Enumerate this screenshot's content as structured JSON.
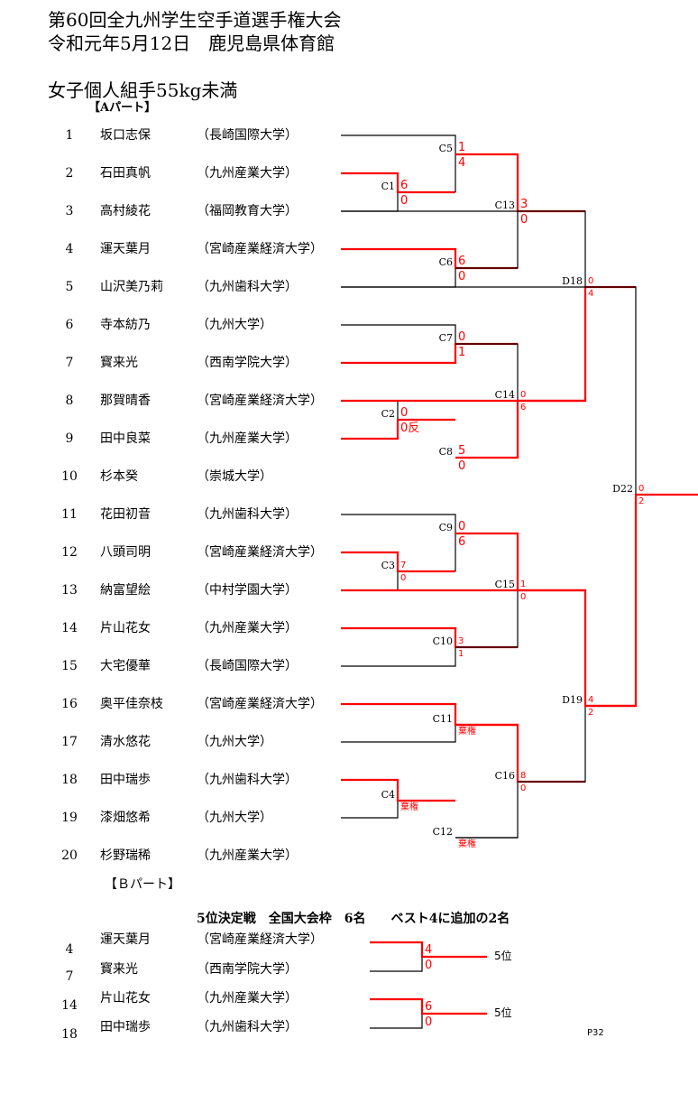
{
  "header": {
    "title_line1": "第60回全九州学生空手道選手権大会",
    "title_line2": "令和元年5月12日　鹿児島県体育館",
    "category": "女子個人組手55kg未満",
    "part_a": "【Aパート】",
    "part_b": "【Ｂパート】"
  },
  "players": [
    {
      "no": "1",
      "name": "坂口志保",
      "univ": "（長崎国際大学）"
    },
    {
      "no": "2",
      "name": "石田真帆",
      "univ": "（九州産業大学）"
    },
    {
      "no": "3",
      "name": "高村綾花",
      "univ": "（福岡教育大学）"
    },
    {
      "no": "4",
      "name": "運天葉月",
      "univ": "（宮崎産業経済大学）"
    },
    {
      "no": "5",
      "name": "山沢美乃莉",
      "univ": "（九州歯科大学）"
    },
    {
      "no": "6",
      "name": "寺本紡乃",
      "univ": "（九州大学）"
    },
    {
      "no": "7",
      "name": "寳来光",
      "univ": "（西南学院大学）"
    },
    {
      "no": "8",
      "name": "那賀晴香",
      "univ": "（宮崎産業経済大学）"
    },
    {
      "no": "9",
      "name": "田中良菜",
      "univ": "（九州産業大学）"
    },
    {
      "no": "10",
      "name": "杉本癸",
      "univ": "（崇城大学）"
    },
    {
      "no": "11",
      "name": "花田初音",
      "univ": "（九州歯科大学）"
    },
    {
      "no": "12",
      "name": "八頭司明",
      "univ": "（宮崎産業経済大学）"
    },
    {
      "no": "13",
      "name": "納富望絵",
      "univ": "（中村学園大学）"
    },
    {
      "no": "14",
      "name": "片山花女",
      "univ": "（九州産業大学）"
    },
    {
      "no": "15",
      "name": "大宅優華",
      "univ": "（長崎国際大学）"
    },
    {
      "no": "16",
      "name": "奥平佳奈枝",
      "univ": "（宮崎産業経済大学）"
    },
    {
      "no": "17",
      "name": "清水悠花",
      "univ": "（九州大学）"
    },
    {
      "no": "18",
      "name": "田中瑞歩",
      "univ": "（九州歯科大学）"
    },
    {
      "no": "19",
      "name": "漆畑悠希",
      "univ": "（九州大学）"
    },
    {
      "no": "20",
      "name": "杉野瑞稀",
      "univ": "（九州産業大学）"
    }
  ],
  "matches": [
    {
      "id": "C1",
      "top": "6",
      "bottom": "0"
    },
    {
      "id": "C2",
      "top": "0",
      "bottom": "0反"
    },
    {
      "id": "C3",
      "top": "7",
      "bottom": "0"
    },
    {
      "id": "C4",
      "top": "",
      "bottom": "棄権"
    },
    {
      "id": "C5",
      "top": "1",
      "bottom": "4"
    },
    {
      "id": "C6",
      "top": "6",
      "bottom": "0"
    },
    {
      "id": "C7",
      "top": "0",
      "bottom": "1"
    },
    {
      "id": "C8",
      "top": "5",
      "bottom": "0"
    },
    {
      "id": "C9",
      "top": "0",
      "bottom": "6"
    },
    {
      "id": "C10",
      "top": "3",
      "bottom": "1"
    },
    {
      "id": "C11",
      "top": "",
      "bottom": "棄権"
    },
    {
      "id": "C12",
      "top": "",
      "bottom": "棄権"
    },
    {
      "id": "C13",
      "top": "3",
      "bottom": "0"
    },
    {
      "id": "C14",
      "top": "0",
      "bottom": "6"
    },
    {
      "id": "C15",
      "top": "1",
      "bottom": "0"
    },
    {
      "id": "C16",
      "top": "8",
      "bottom": "0"
    },
    {
      "id": "D18",
      "top": "0",
      "bottom": "4"
    },
    {
      "id": "D19",
      "top": "4",
      "bottom": "2"
    },
    {
      "id": "D22",
      "top": "0",
      "bottom": "2"
    }
  ],
  "fifth_place": {
    "title": "5位決定戦　全国大会枠　6名　　ベスト4に追加の2名",
    "players": [
      {
        "no": "4",
        "name": "運天葉月",
        "univ": "（宮崎産業経済大学）"
      },
      {
        "no": "7",
        "name": "寳来光",
        "univ": "（西南学院大学）"
      },
      {
        "no": "14",
        "name": "片山花女",
        "univ": "（九州産業大学）"
      },
      {
        "no": "18",
        "name": "田中瑞歩",
        "univ": "（九州歯科大学）"
      }
    ],
    "matches": [
      {
        "top": "4",
        "bottom": "0",
        "result": "5位"
      },
      {
        "top": "6",
        "bottom": "0",
        "result": "5位"
      }
    ]
  },
  "footer": {
    "page": "P32"
  },
  "colors": {
    "winner_line": "#ff0000",
    "line": "#000000",
    "score": "#ff0000"
  }
}
